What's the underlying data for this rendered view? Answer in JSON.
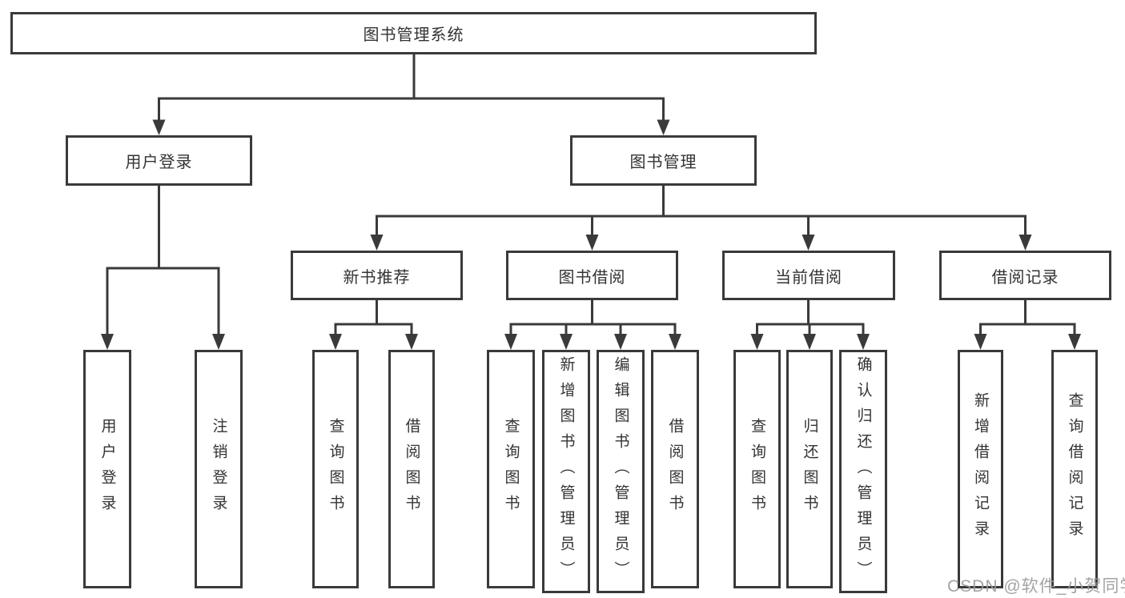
{
  "diagram": {
    "title": "图书管理系统",
    "root": {
      "label": "图书管理系统"
    },
    "level2": [
      {
        "label": "用户登录"
      },
      {
        "label": "图书管理"
      }
    ],
    "level3": [
      {
        "label": "新书推荐"
      },
      {
        "label": "图书借阅"
      },
      {
        "label": "当前借阅"
      },
      {
        "label": "借阅记录"
      }
    ],
    "leaves": {
      "user_login": [
        "用户登录",
        "注销登录"
      ],
      "new_book_rec": [
        "查询图书",
        "借阅图书"
      ],
      "book_borrow": [
        "查询图书",
        "新增图书（管理员）",
        "编辑图书（管理员）",
        "借阅图书"
      ],
      "current_borrow": [
        "查询图书",
        "归还图书",
        "确认归还（管理员）"
      ],
      "borrow_record": [
        "新增借阅记录",
        "查询借阅记录"
      ]
    }
  },
  "watermark": {
    "text": "CSDN @软件_小贺同学"
  },
  "colors": {
    "line": "#3a3a3a",
    "text": "#333333",
    "background": "#ffffff",
    "watermark": "#9b9b9b"
  }
}
